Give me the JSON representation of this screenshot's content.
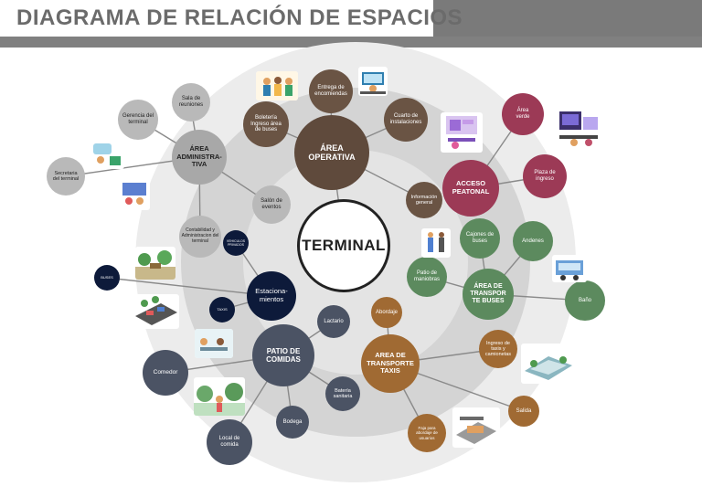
{
  "title": "DIAGRAMA DE RELACIÓN DE ESPACIOS",
  "center": "TERMINAL",
  "colors": {
    "operativa": "#5f4a3c",
    "administrativa": "#a8a8a8",
    "peatonal": "#9c3a56",
    "buses": "#5c8a5e",
    "estacionamientos": "#0d1a3a",
    "comidas": "#4b5364",
    "taxis": "#a06a33"
  },
  "groups": {
    "operativa": {
      "label": "ÁREA OPERATIVA",
      "items": [
        "Entrega de encomiendas",
        "Cuarto de instalaciones",
        "Boletería Ingreso área de buses",
        "Información general"
      ]
    },
    "administrativa": {
      "label": "ÁREA ADMINISTRA-TIVA",
      "items": [
        "Sala de reuniones",
        "Gerencia del terminal",
        "Secretaria del terminal",
        "Salón de eventos",
        "Contabilidad y Administracion del terminal"
      ]
    },
    "peatonal": {
      "label": "ACCESO PEATONAL",
      "items": [
        "Área verde",
        "Plaza de ingreso"
      ]
    },
    "buses": {
      "label": "ÁREA DE TRANSPOR TE BUSES",
      "items": [
        "Cajones de buses",
        "Andenes",
        "Patio de maniobras",
        "Baño"
      ]
    },
    "estacionamientos": {
      "label": "Estaciona-mientos",
      "items": [
        "VEHICULOS PRIVADOS",
        "BUSES",
        "TAXIS"
      ]
    },
    "comidas": {
      "label": "PATIO DE COMIDAS",
      "items": [
        "Lactario",
        "Comedor",
        "Batería sanitaria",
        "Bodega",
        "Local de comida"
      ]
    },
    "taxis": {
      "label": "AREA DE TRANSPORTE TAXIS",
      "items": [
        "Abordaje",
        "Ingreso de taxis y camionetas",
        "Salida",
        "Faja para abordaje de usuarios"
      ]
    }
  }
}
